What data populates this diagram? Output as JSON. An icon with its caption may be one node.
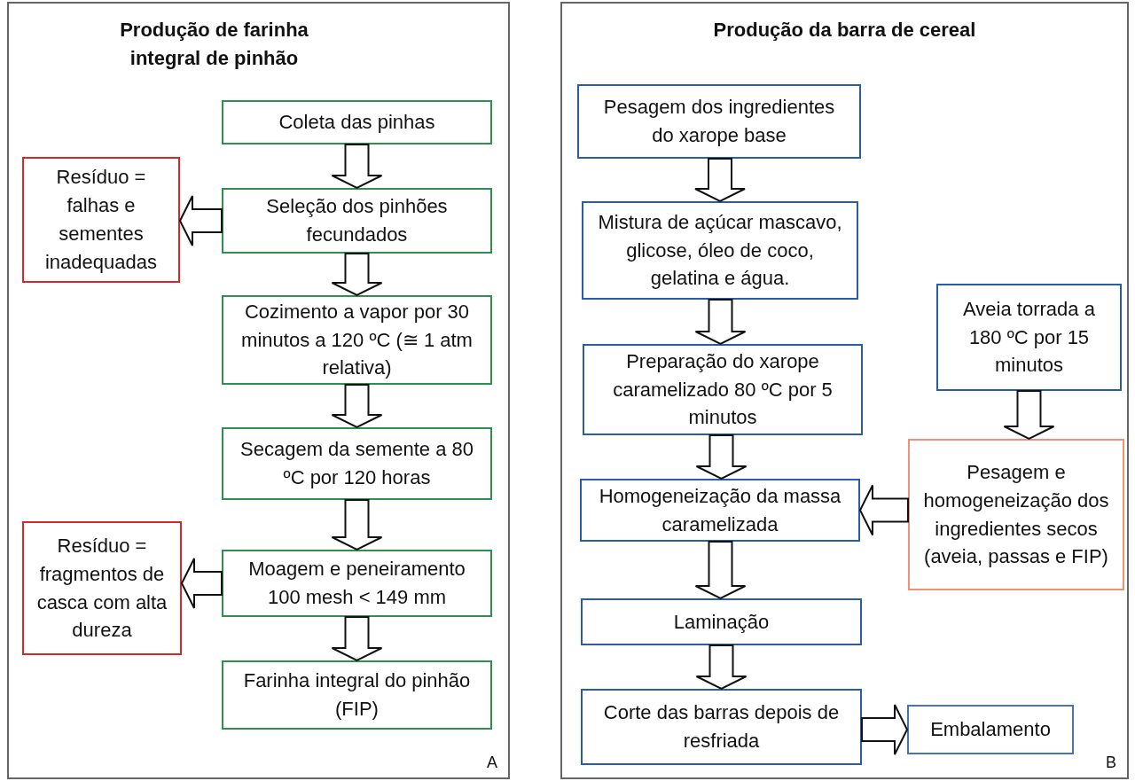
{
  "diagram": {
    "nodes": [
      {
        "text": [
          "Produção de farinha integral de pinhão",
          "A"
        ]
      },
      {
        "text": [
          "Coleta das pinhas"
        ],
        "in": 0
      },
      {
        "text": [
          "Resíduo = falhas e sementes inadequadas"
        ],
        "in": 0
      },
      {
        "text": [
          "Seleção dos pinhões fecundados"
        ],
        "in": 0
      },
      {
        "text": [
          "Cozimento a vapor por 30 minutos a 120 ºC (≅ 1 atm relativa)"
        ],
        "in": 0
      },
      {
        "text": [
          "Secagem da semente a 80 ºC por 120 horas"
        ],
        "in": 0
      },
      {
        "text": [
          "Resíduo = fragmentos de casca com alta dureza"
        ],
        "in": 0
      },
      {
        "text": [
          "Moagem e peneiramento 100 mesh < 149 mm"
        ],
        "in": 0
      },
      {
        "text": [
          "Farinha integral do pinhão (FIP)"
        ],
        "in": 0
      },
      {
        "text": [
          "Produção da barra de cereal",
          "B"
        ]
      },
      {
        "text": [
          "Pesagem dos ingredientes do xarope base"
        ],
        "in": 9
      },
      {
        "text": [
          "Mistura de açúcar mascavo, glicose, óleo de coco, gelatina e água."
        ],
        "in": 9
      },
      {
        "text": [
          "Aveia torrada a 180 ºC por 15 minutos"
        ],
        "in": 9
      },
      {
        "text": [
          "Preparação do xarope caramelizado 80 ºC por 5 minutos"
        ],
        "in": 9
      },
      {
        "text": [
          "Pesagem e homogeneização dos ingredientes secos (aveia, passas e FIP)"
        ],
        "in": 9
      },
      {
        "text": [
          "Homogeneização da massa caramelizada"
        ],
        "in": 9
      },
      {
        "text": [
          "Laminação"
        ],
        "in": 9
      },
      {
        "text": [
          "Corte das barras depois de resfriada"
        ],
        "in": 9
      },
      {
        "text": [
          "Embalamento"
        ],
        "in": 9
      }
    ],
    "edges": [
      {
        "from": 1,
        "to": 3,
        "arrow": "to"
      },
      {
        "from": 3,
        "to": 2,
        "arrow": "to"
      },
      {
        "from": 3,
        "to": 4,
        "arrow": "to"
      },
      {
        "from": 4,
        "to": 5,
        "arrow": "to"
      },
      {
        "from": 5,
        "to": 7,
        "arrow": "to"
      },
      {
        "from": 7,
        "to": 6,
        "arrow": "to"
      },
      {
        "from": 7,
        "to": 8,
        "arrow": "to"
      },
      {
        "from": 10,
        "to": 11,
        "arrow": "to"
      },
      {
        "from": 11,
        "to": 13,
        "arrow": "to"
      },
      {
        "from": 13,
        "to": 15,
        "arrow": "to"
      },
      {
        "from": 12,
        "to": 14,
        "arrow": "to"
      },
      {
        "from": 14,
        "to": 15,
        "arrow": "to"
      },
      {
        "from": 15,
        "to": 16,
        "arrow": "to"
      },
      {
        "from": 16,
        "to": 17,
        "arrow": "to"
      },
      {
        "from": 17,
        "to": 18,
        "arrow": "to"
      }
    ]
  }
}
